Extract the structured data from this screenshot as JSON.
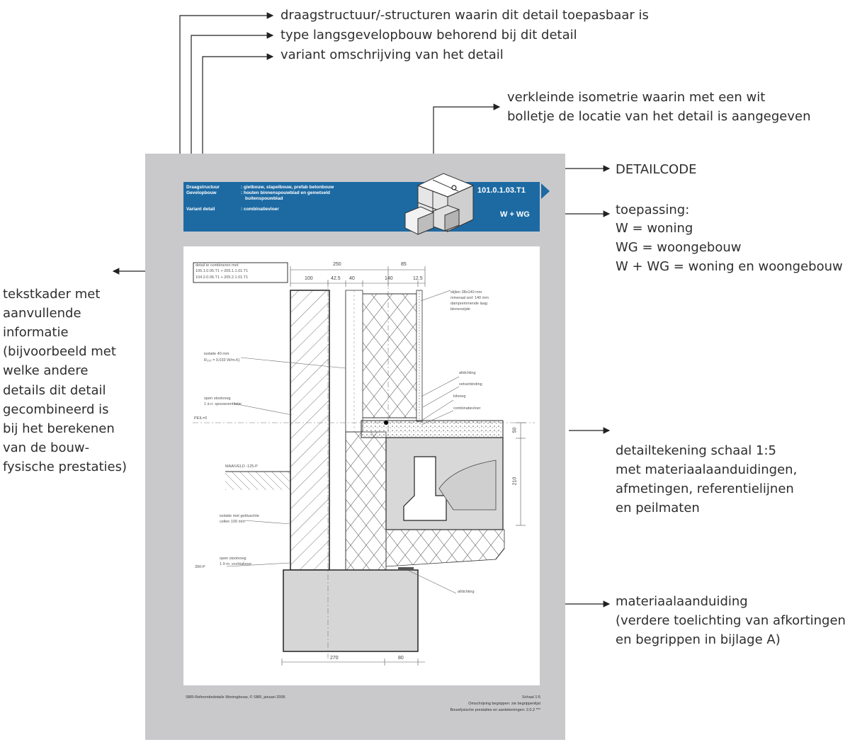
{
  "annotations": {
    "draagstructuur": "draagstructuur/-structuren waarin dit detail toepasbaar is",
    "type_gevel": "type langsgevelopbouw behorend bij dit detail",
    "variant": "variant omschrijving van het detail",
    "iso_1": "verkleinde isometrie waarin met een wit",
    "iso_2": "bolletje de locatie van het detail is aangegeven",
    "detailcode": "DETAILCODE",
    "toepassing_title": "toepassing:",
    "toepassing_w": "W = woning",
    "toepassing_wg": "WG = woongebouw",
    "toepassing_wwg": "W + WG = woning en woongebouw",
    "tekstkader": [
      "tekstkader met",
      "aanvullende",
      "informatie",
      "(bijvoorbeeld met",
      "welke andere",
      "details dit detail",
      "gecombineerd is",
      "bij het berekenen",
      "van de bouw-",
      "fysische prestaties)"
    ],
    "detailtekening": [
      "detailtekening schaal 1:5",
      "met materiaalaanduidingen,",
      "afmetingen, referentielijnen",
      "en peilmaten"
    ],
    "materiaal": [
      "materiaalaanduiding",
      "(verdere toelichting van afkortingen",
      "en begrippen in bijlage A)"
    ]
  },
  "banner": {
    "labels": [
      "Draagstructuur",
      "Gevelopbouw",
      "",
      "Variant detail"
    ],
    "values": [
      ": gietbouw, stapelbouw, prefab betonbouw",
      ": houten binnenspouwblad en gemetseld",
      "buitenspouwblad",
      ": combinatievloer"
    ],
    "code": "101.0.1.03.T1",
    "application": "W + WG",
    "colors": {
      "banner": "#1d6aa3",
      "sheet": "#c9c9cb"
    }
  },
  "drawing": {
    "combine_box": [
      "detail te combineren met:",
      "105.1.0.05.T1 + 205.1.1.01.T1",
      "104.2.0.06.T1 + 205.2.1.01.T1"
    ],
    "dims_top": [
      "250",
      "85"
    ],
    "dims_sub": [
      "100",
      "42.5",
      "40",
      "140",
      "12.5"
    ],
    "dims_right": [
      "50",
      "210"
    ],
    "dims_bottom": [
      "270",
      "80"
    ],
    "notes": {
      "stijlen": [
        "stijlen 38x140 mm",
        "mineraal wol: 140 mm",
        "dampremmende laag",
        "binnenzijde"
      ],
      "isolatie": [
        "isolatie 40 mm",
        "R₂₃₅ = 0,033 W/m.K)"
      ],
      "open_stootvoeg": [
        "open stootvoeg",
        "1 à n. spouwventilatie"
      ],
      "peil": "PEIL=0",
      "afdichting": "afdichting",
      "vetverbinding": "vetverbinding",
      "kitvoeg": "kitvoeg",
      "combinatievloer": "combinatievloer",
      "maaiveld": "MAAIVELD -125-P",
      "isolatie_gebluscht": [
        "isolatie met gebluschte",
        "cellen 100 mm"
      ],
      "open_stootvoeg2": [
        "open stootvoeg",
        "1.9 m: vochtafvoer"
      ],
      "peil_390": "390-P",
      "afdichting2": "afdichting"
    }
  },
  "footer": {
    "left": "SBR-Referentiedetails Woningbouw, © SBR, januari 2006",
    "right_1": "Schaal 1:5",
    "right_2": "Omschrijving begrippen: zie begrippenlijst",
    "right_3": "Bouwfysische prestaties en aantekeningen: 2.0.2 ***"
  }
}
